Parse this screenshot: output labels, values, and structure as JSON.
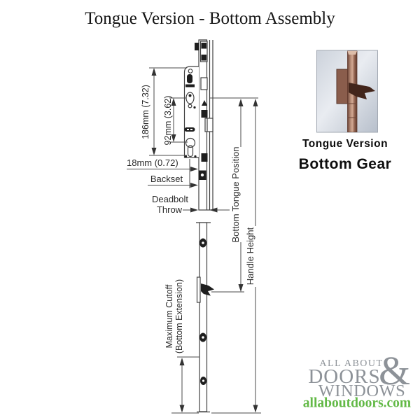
{
  "title": "Tongue Version - Bottom Assembly",
  "drawing": {
    "dim_186mm": "186mm (7.32)",
    "dim_92mm": "92mm (3.62)",
    "dim_18mm": "18mm (0.72)",
    "backset_label": "Backset",
    "deadbolt_throw_line1": "Deadbolt",
    "deadbolt_throw_line2": "Throw",
    "bottom_tongue_position_label": "Bottom Tongue Position",
    "handle_height_label": "Handle Height",
    "maximum_cutoff_line1": "Maximum Cutoff",
    "maximum_cutoff_line2": "(Bottom Extension)",
    "line_color": "#3f3f3f"
  },
  "product_inset": {
    "caption": "Tongue Version",
    "subcaption": "Bottom Gear",
    "hardware_color": "#8a5d4c"
  },
  "logo": {
    "top": "ALL ABOUT",
    "middle": "DOORS",
    "ampersand": "&",
    "bottom": "WINDOWS",
    "url": "allaboutdoors.com",
    "gray": "#8d9298",
    "green": "#62b946"
  }
}
